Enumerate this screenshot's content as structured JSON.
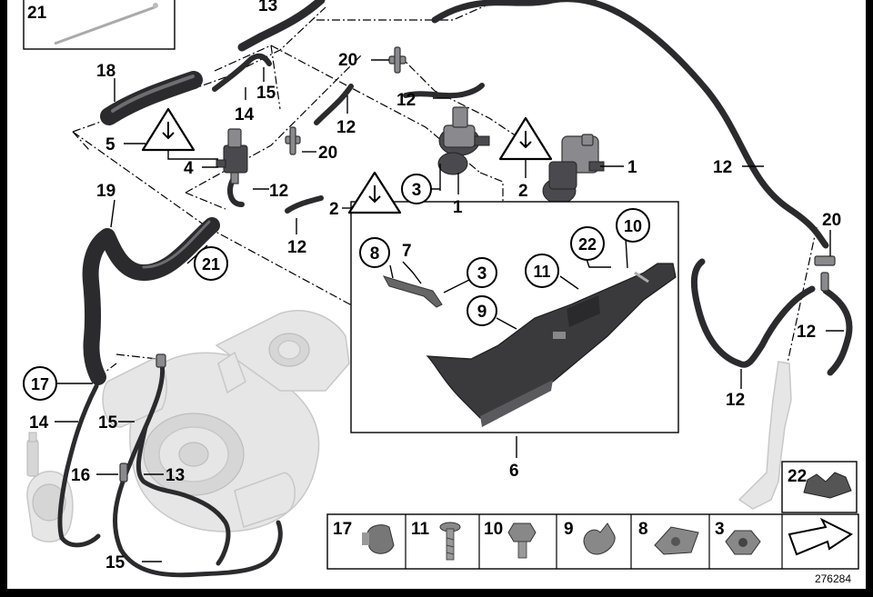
{
  "diagram": {
    "document_number": "276284",
    "callouts": [
      {
        "id": "c21-top",
        "text": "21"
      },
      {
        "id": "c13-top",
        "text": "13"
      },
      {
        "id": "c18",
        "text": "18"
      },
      {
        "id": "c15-top",
        "text": "15"
      },
      {
        "id": "c14-top",
        "text": "14"
      },
      {
        "id": "c5",
        "text": "5"
      },
      {
        "id": "c4",
        "text": "4"
      },
      {
        "id": "c20-a",
        "text": "20"
      },
      {
        "id": "c12-a",
        "text": "12"
      },
      {
        "id": "c12-b",
        "text": "12"
      },
      {
        "id": "c20-b",
        "text": "20"
      },
      {
        "id": "c12-c",
        "text": "12"
      },
      {
        "id": "c12-d",
        "text": "12"
      },
      {
        "id": "c2-left",
        "text": "2"
      },
      {
        "id": "c1-mid",
        "text": "1"
      },
      {
        "id": "c2-right",
        "text": "2"
      },
      {
        "id": "c1-right",
        "text": "1"
      },
      {
        "id": "c12-e",
        "text": "12"
      },
      {
        "id": "c20-c",
        "text": "20"
      },
      {
        "id": "c12-f",
        "text": "12"
      },
      {
        "id": "c12-g",
        "text": "12"
      },
      {
        "id": "c19",
        "text": "19"
      },
      {
        "id": "c7",
        "text": "7"
      },
      {
        "id": "c14-left",
        "text": "14"
      },
      {
        "id": "c15-left",
        "text": "15"
      },
      {
        "id": "c16",
        "text": "16"
      },
      {
        "id": "c13-left",
        "text": "13"
      },
      {
        "id": "c15-bottom",
        "text": "15"
      },
      {
        "id": "c6",
        "text": "6"
      }
    ],
    "circled_callouts": [
      {
        "id": "cc3-tri",
        "text": "3"
      },
      {
        "id": "cc21",
        "text": "21"
      },
      {
        "id": "cc8",
        "text": "8"
      },
      {
        "id": "cc3",
        "text": "3"
      },
      {
        "id": "cc9",
        "text": "9"
      },
      {
        "id": "cc11",
        "text": "11"
      },
      {
        "id": "cc22",
        "text": "22"
      },
      {
        "id": "cc10",
        "text": "10"
      },
      {
        "id": "cc17",
        "text": "17"
      }
    ],
    "small_parts_legend": [
      {
        "label": "17",
        "icon": "hose-clamp-icon"
      },
      {
        "label": "11",
        "icon": "screw-icon"
      },
      {
        "label": "10",
        "icon": "hex-bolt-icon"
      },
      {
        "label": "9",
        "icon": "spring-clip-icon"
      },
      {
        "label": "8",
        "icon": "sheet-metal-nut-icon"
      },
      {
        "label": "3",
        "icon": "hex-nut-icon"
      },
      {
        "label": "",
        "icon": "assembly-arrow-icon"
      }
    ],
    "inset_22": {
      "label": "22",
      "icon": "rubber-mount-icon"
    }
  }
}
